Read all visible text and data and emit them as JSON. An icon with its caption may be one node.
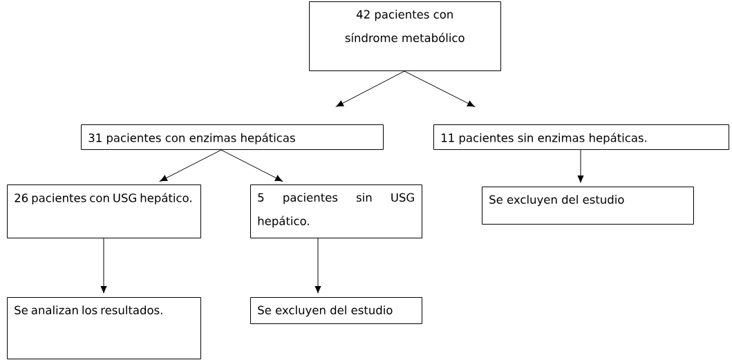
{
  "diagram": {
    "nodes": [
      {
        "text": [
          "42 pacientes con síndrome metabólico"
        ]
      },
      {
        "text": [
          "31 pacientes con enzimas hepáticas"
        ]
      },
      {
        "text": [
          "11 pacientes sin enzimas hepáticas."
        ]
      },
      {
        "text": [
          "26 pacientes con USG hepático."
        ]
      },
      {
        "text": [
          "5 pacientes sin USG hepático."
        ]
      },
      {
        "text": [
          "Se excluyen del estudio"
        ]
      },
      {
        "text": [
          "Se analizan los resultados."
        ]
      },
      {
        "text": [
          "Se excluyen del estudio"
        ]
      }
    ],
    "edges": [
      {
        "from": 0,
        "to": 1,
        "arrow": "to"
      },
      {
        "from": 0,
        "to": 2,
        "arrow": "to"
      },
      {
        "from": 1,
        "to": 3,
        "arrow": "to"
      },
      {
        "from": 1,
        "to": 4,
        "arrow": "to"
      },
      {
        "from": 2,
        "to": 5,
        "arrow": "to"
      },
      {
        "from": 3,
        "to": 6,
        "arrow": "to"
      },
      {
        "from": 4,
        "to": 7,
        "arrow": "to"
      }
    ]
  }
}
